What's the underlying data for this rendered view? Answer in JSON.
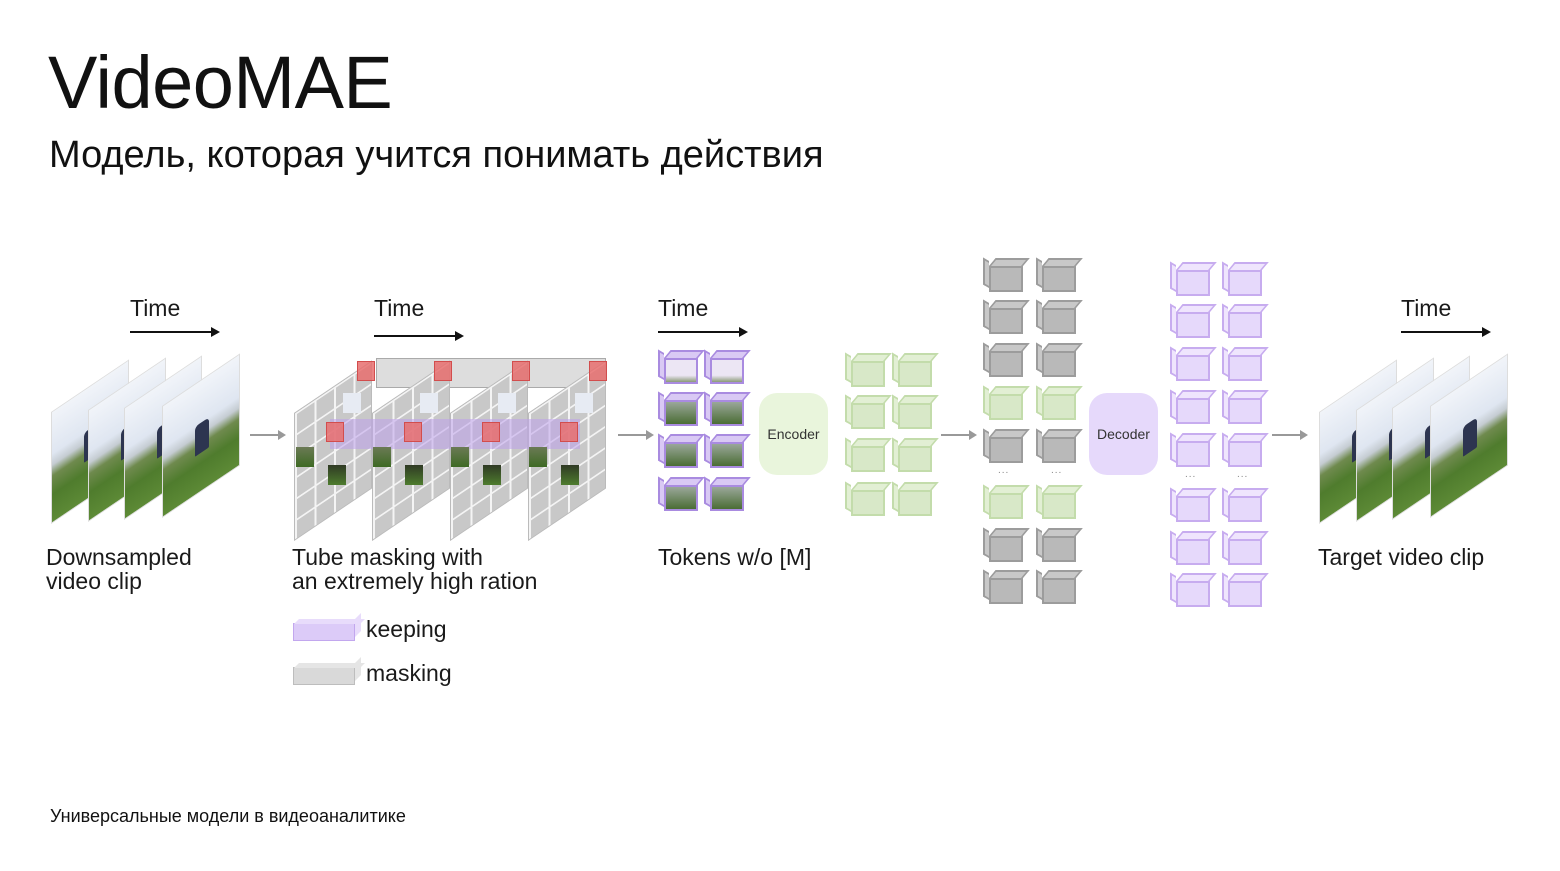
{
  "slide": {
    "title": "VideoMAE",
    "subtitle": "Модель, которая учится понимать действия",
    "footer": "Универсальные модели в видеоаналитике"
  },
  "diagram": {
    "stages": [
      {
        "id": "input",
        "time_label": "Time",
        "caption_line1": "Downsampled",
        "caption_line2": "video clip",
        "frames": 4
      },
      {
        "id": "masking",
        "time_label": "Time",
        "caption_line1": "Tube masking with",
        "caption_line2": "an extremely high ration",
        "frames": 4
      },
      {
        "id": "tokens",
        "time_label": "Time",
        "caption": "Tokens w/o [M]",
        "token_rows": 4,
        "token_cols": 2
      },
      {
        "id": "encoder",
        "label": "Encoder",
        "output_rows": 4,
        "output_cols": 2
      },
      {
        "id": "decoder",
        "label": "Decoder",
        "input_rows": 8,
        "output_rows": 8
      },
      {
        "id": "target",
        "time_label": "Time",
        "caption": "Target video clip",
        "frames": 4
      }
    ],
    "legend": [
      {
        "label": "keeping",
        "color": "#dccbf8"
      },
      {
        "label": "masking",
        "color": "#d9d9d9"
      }
    ],
    "ellipsis": "...",
    "colors": {
      "masked_token": "#b9b9b9",
      "encoded_token": "#d8e8c8",
      "decoded_token": "#e6d9fb",
      "tube_mask": "#e86e6e",
      "encoder_block": "#e9f5dc",
      "decoder_block": "#e6d9fb"
    }
  }
}
